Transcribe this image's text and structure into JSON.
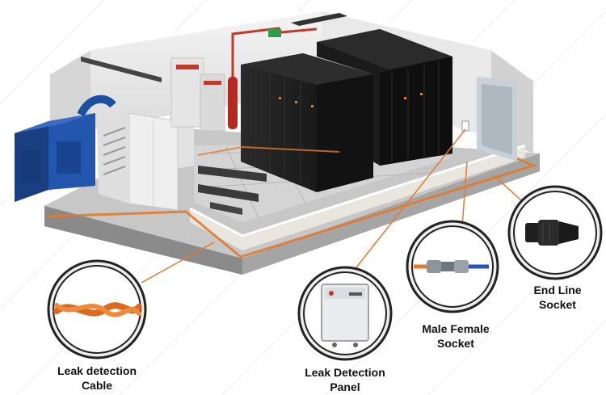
{
  "colors": {
    "background": "#ffffff",
    "leak_cable": "#e07a2e",
    "floor": "#bdbdbd",
    "racks": "#1a1a1a",
    "generator": "#1d4fa0",
    "fire_pipe": "#c0392b",
    "callout_ring": "#222222"
  },
  "callouts": {
    "leak_cable": {
      "line1": "Leak detection",
      "line2": "Cable",
      "icon": "leak-detection-cable-icon"
    },
    "panel": {
      "line1": "Leak Detection",
      "line2": "Panel",
      "icon": "leak-detection-panel-icon"
    },
    "socket": {
      "line1": "Male Female",
      "line2": "Socket",
      "icon": "male-female-socket-icon"
    },
    "end_line": {
      "line1": "End Line",
      "line2": "Socket",
      "icon": "end-line-socket-icon"
    }
  }
}
